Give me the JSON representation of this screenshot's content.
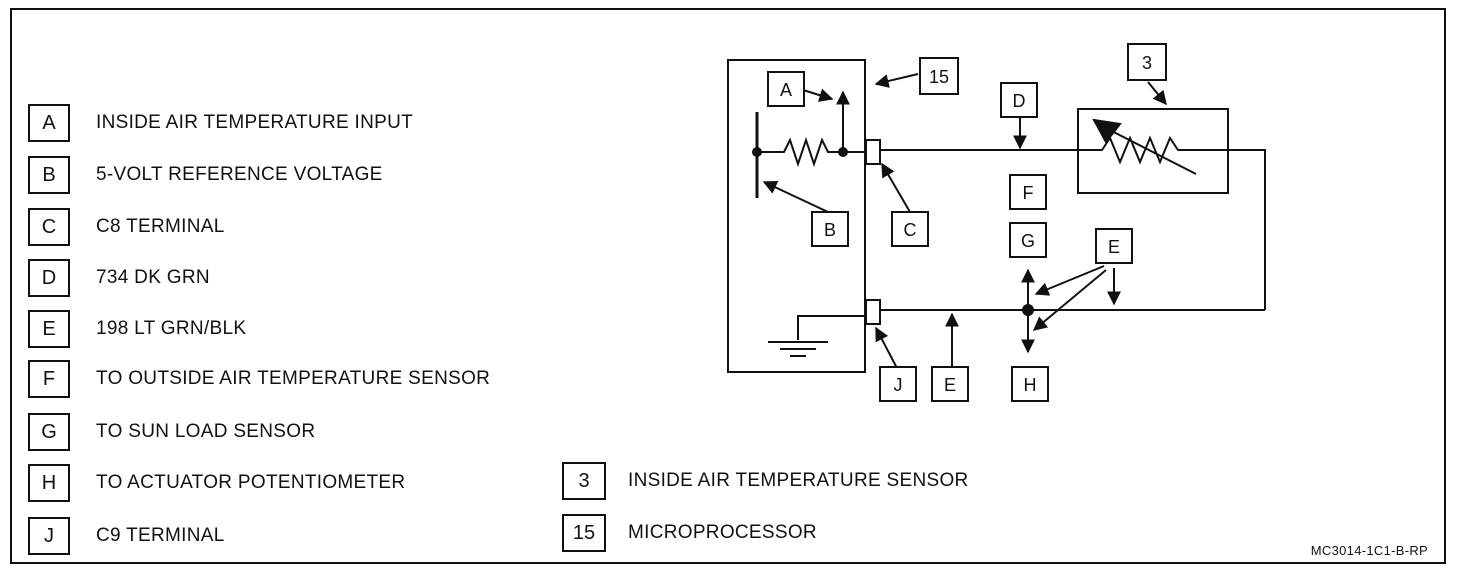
{
  "legend": [
    {
      "key": "A",
      "text": "INSIDE AIR TEMPERATURE INPUT"
    },
    {
      "key": "B",
      "text": "5-VOLT REFERENCE VOLTAGE"
    },
    {
      "key": "C",
      "text": "C8 TERMINAL"
    },
    {
      "key": "D",
      "text": "734 DK GRN"
    },
    {
      "key": "E",
      "text": "198 LT GRN/BLK"
    },
    {
      "key": "F",
      "text": "TO OUTSIDE AIR TEMPERATURE SENSOR"
    },
    {
      "key": "G",
      "text": "TO SUN LOAD SENSOR"
    },
    {
      "key": "H",
      "text": "TO ACTUATOR POTENTIOMETER"
    },
    {
      "key": "J",
      "text": "C9 TERMINAL"
    }
  ],
  "legend_numbers": [
    {
      "key": "3",
      "text": "INSIDE AIR TEMPERATURE SENSOR"
    },
    {
      "key": "15",
      "text": "MICROPROCESSOR"
    }
  ],
  "callouts": {
    "A": "A",
    "B": "B",
    "C": "C",
    "D": "D",
    "E1": "E",
    "E2": "E",
    "F": "F",
    "G": "G",
    "H": "H",
    "J": "J",
    "n3": "3",
    "n15": "15"
  },
  "figure_id": "MC3014-1C1-B-RP"
}
